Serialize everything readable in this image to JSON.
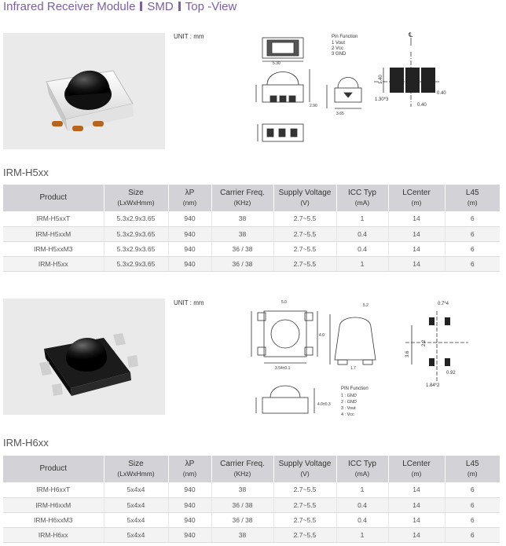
{
  "title": {
    "part1": "Infrared Receiver Module",
    "part2": "SMD",
    "part3": "Top -View"
  },
  "sections": [
    {
      "unit_label": "UNIT : mm",
      "name": "IRM-H5xx",
      "pin_function": {
        "heading": "Pin Function",
        "pins": [
          "1 Vout",
          "2 Vcc",
          "3 GND"
        ]
      },
      "dims": {
        "d1": "1.40",
        "d2": "1.30*3",
        "d3": "0.40",
        "d4": "0.40"
      },
      "headers": {
        "product": "Product",
        "size": "Size",
        "size_unit": "(LxWxHmm)",
        "lambda": "λP",
        "lambda_unit": "(nm)",
        "carrier": "Carrier Freq.",
        "carrier_unit": "(KHz)",
        "supply": "Supply Voltage",
        "supply_unit": "(V)",
        "icc": "ICC Typ",
        "icc_unit": "(mA)",
        "lcenter": "LCenter",
        "lcenter_unit": "(m)",
        "l45": "L45",
        "l45_unit": "(m)"
      },
      "rows": [
        [
          "IRM-H5xxT",
          "5.3x2.9x3.65",
          "940",
          "38",
          "2.7~5.5",
          "1",
          "14",
          "6"
        ],
        [
          "IRM-H5xxM",
          "5.3x2.9x3.65",
          "940",
          "38",
          "2.7~5.5",
          "0.4",
          "14",
          "6"
        ],
        [
          "IRM-H5xxM3",
          "5.3x2.9x3.65",
          "940",
          "36 / 38",
          "2.7~5.5",
          "0.4",
          "14",
          "6"
        ],
        [
          "IRM-H5xx",
          "5.3x2.9x3.65",
          "940",
          "36 / 38",
          "2.7~5.5",
          "1",
          "14",
          "6"
        ]
      ]
    },
    {
      "unit_label": "UNIT : mm",
      "name": "IRM-H6xx",
      "pin_function": {
        "heading": "PIN Function",
        "pins": [
          "1 : GND",
          "2 : GND",
          "3 : Vout",
          "4 : Vcc"
        ]
      },
      "dims": {
        "d1": "0.7*4",
        "d2": "2.2",
        "d3": "3.6",
        "d4": "0.92",
        "d5": "1.84*2"
      },
      "headers": {
        "product": "Product",
        "size": "Size",
        "size_unit": "(LxWxHmm)",
        "lambda": "λP",
        "lambda_unit": "(nm)",
        "carrier": "Carrier Freq.",
        "carrier_unit": "(KHz)",
        "supply": "Supply Voltage",
        "supply_unit": "(V)",
        "icc": "ICC Typ",
        "icc_unit": "(mA)",
        "lcenter": "LCenter",
        "lcenter_unit": "(m)",
        "l45": "L45",
        "l45_unit": "(m)"
      },
      "rows": [
        [
          "IRM-H6xxT",
          "5x4x4",
          "940",
          "38",
          "2.7~5.5",
          "1",
          "14",
          "6"
        ],
        [
          "IRM-H6xxM",
          "5x4x4",
          "940",
          "36 / 38",
          "2.7~5.5",
          "0.4",
          "14",
          "6"
        ],
        [
          "IRM-H6xxM3",
          "5x4x4",
          "940",
          "36 / 38",
          "2.7~5.5",
          "0.4",
          "14",
          "6"
        ],
        [
          "IRM-H6xx",
          "5x4x4",
          "940",
          "38",
          "2.7~5.5",
          "1",
          "14",
          "6"
        ]
      ]
    }
  ]
}
